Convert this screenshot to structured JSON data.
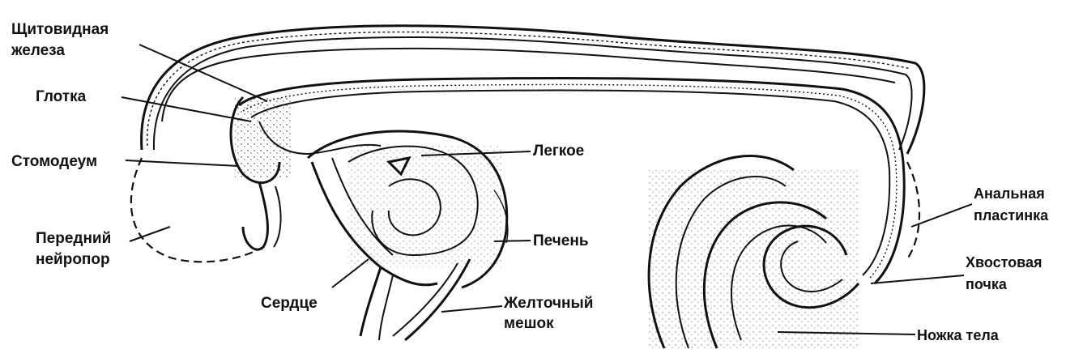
{
  "colors": {
    "ink": "#111111",
    "background": "#ffffff"
  },
  "labels": {
    "thyroid_l1": "Щитовидная",
    "thyroid_l2": "железа",
    "pharynx": "Глотка",
    "stomodeum": "Стомодеум",
    "neuropore_l1": "Передний",
    "neuropore_l2": "нейропор",
    "heart": "Сердце",
    "lung": "Легкое",
    "liver": "Печень",
    "yolk_l1": "Желточный",
    "yolk_l2": "мешок",
    "anal_l1": "Анальная",
    "anal_l2": "пластинка",
    "tailbud_l1": "Хвостовая",
    "tailbud_l2": "почка",
    "stalk": "Ножка тела"
  }
}
